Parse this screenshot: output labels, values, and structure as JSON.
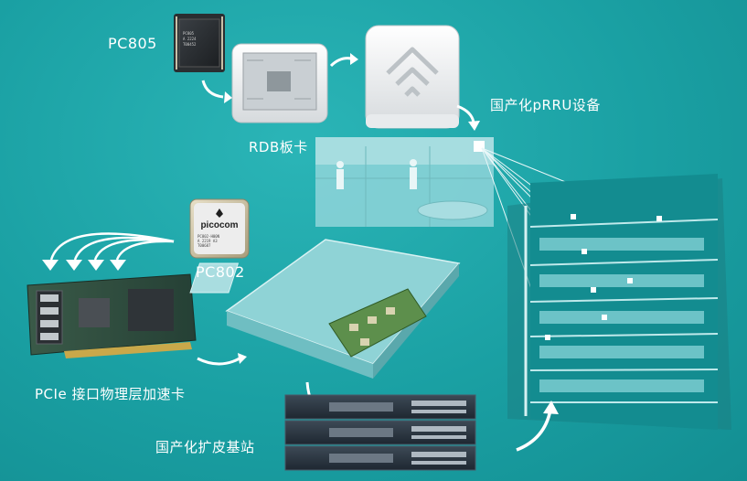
{
  "labels": {
    "pc805": "PC805",
    "rdb": "RDB板卡",
    "prru": "国产化pRRU设备",
    "pc802": "PC802",
    "pcie": "PCIe 接口物理层加速卡",
    "basestation": "国产化扩皮基站"
  },
  "chip_pc802": {
    "logo_text": "picocom",
    "marking_lines": [
      "PC802-H00N",
      "A 2219 A3",
      "T00687"
    ]
  },
  "chip_pc805": {
    "marking_lines": [
      "PC805",
      "A 2224",
      "T00452"
    ]
  },
  "colors": {
    "background": "#1fa3a6",
    "text": "#ffffff",
    "building": "#0e8c8f",
    "arrow": "#ffffff"
  }
}
